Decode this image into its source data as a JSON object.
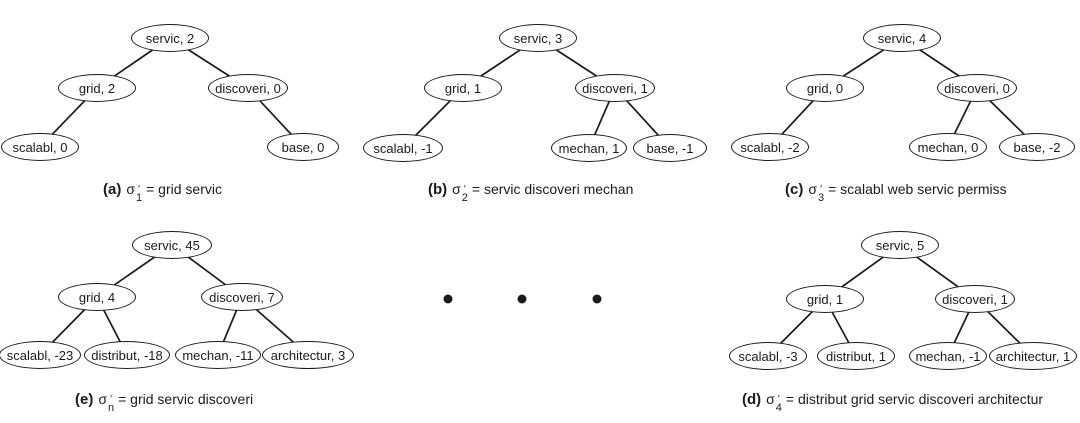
{
  "figure": {
    "description": "Five weighted term trees (a)-(e) with ellipsis between bottom trees",
    "ink_color": "#1b1b1b",
    "background_color": "#ffffff",
    "trees": [
      {
        "id": "a",
        "caption": {
          "tag": "(a)",
          "sigma": "σ",
          "prime": "′",
          "sub": "1",
          "rest": "= grid servic"
        },
        "nodes": [
          {
            "label": "servic, 2"
          },
          {
            "label": "grid, 2"
          },
          {
            "label": "discoveri, 0"
          },
          {
            "label": "scalabl, 0"
          },
          {
            "label": "base, 0"
          }
        ]
      },
      {
        "id": "b",
        "caption": {
          "tag": "(b)",
          "sigma": "σ",
          "prime": "′",
          "sub": "2",
          "rest": "= servic discoveri mechan"
        },
        "nodes": [
          {
            "label": "servic, 3"
          },
          {
            "label": "grid, 1"
          },
          {
            "label": "discoveri, 1"
          },
          {
            "label": "scalabl, -1"
          },
          {
            "label": "mechan, 1"
          },
          {
            "label": "base, -1"
          }
        ]
      },
      {
        "id": "c",
        "caption": {
          "tag": "(c)",
          "sigma": "σ",
          "prime": "′",
          "sub": "3",
          "rest": "= scalabl web servic permiss"
        },
        "nodes": [
          {
            "label": "servic, 4"
          },
          {
            "label": "grid, 0"
          },
          {
            "label": "discoveri, 0"
          },
          {
            "label": "scalabl, -2"
          },
          {
            "label": "mechan, 0"
          },
          {
            "label": "base, -2"
          }
        ]
      },
      {
        "id": "d",
        "caption": {
          "tag": "(d)",
          "sigma": "σ",
          "prime": "′",
          "sub": "4",
          "rest": "= distribut grid servic discoveri architectur"
        },
        "nodes": [
          {
            "label": "servic, 5"
          },
          {
            "label": "grid, 1"
          },
          {
            "label": "discoveri, 1"
          },
          {
            "label": "scalabl, -3"
          },
          {
            "label": "distribut, 1"
          },
          {
            "label": "mechan, -1"
          },
          {
            "label": "architectur, 1"
          }
        ]
      },
      {
        "id": "e",
        "caption": {
          "tag": "(e)",
          "sigma": "σ",
          "prime": "′",
          "sub": "n",
          "rest": "= grid servic discoveri"
        },
        "nodes": [
          {
            "label": "servic, 45"
          },
          {
            "label": "grid, 4"
          },
          {
            "label": "discoveri, 7"
          },
          {
            "label": "scalabl, -23"
          },
          {
            "label": "distribut, -18"
          },
          {
            "label": "mechan, -11"
          },
          {
            "label": "architectur, 3"
          }
        ]
      }
    ]
  }
}
